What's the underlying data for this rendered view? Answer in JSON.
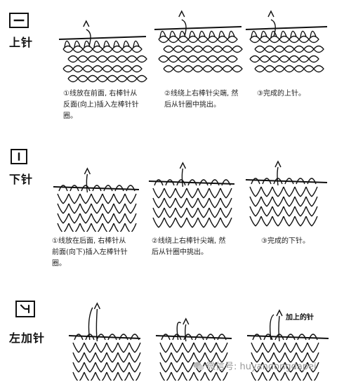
{
  "sections": [
    {
      "id": "knit",
      "label": "上针",
      "symbol": "horizontal-bar",
      "captions": [
        [
          "①线放在前面, 右棒针从",
          "反面(向上)插入左棒针针",
          "圈。"
        ],
        [
          "②线绕上右棒针尖端, 然",
          "后从针圈中挑出。"
        ],
        [
          "③完成的上针。"
        ]
      ]
    },
    {
      "id": "purl",
      "label": "下针",
      "symbol": "vertical-bar",
      "captions": [
        [
          "①线放在后面, 右棒针从",
          "前面(向下)插入左棒针针",
          "圈。"
        ],
        [
          "②线绕上右棒针尖端, 然",
          "后从针圈中挑出。"
        ],
        [
          "③完成的下针。"
        ]
      ]
    },
    {
      "id": "increase",
      "label": "左加针",
      "symbol": "left-increase",
      "captions": [],
      "annotation": "加上的针"
    }
  ],
  "watermark": "微信号: huyandongdapei",
  "icons": {
    "knit_symbol": "horizontal-bar-symbol-icon",
    "purl_symbol": "vertical-bar-symbol-icon",
    "increase_symbol": "left-increase-symbol-icon",
    "watermark": "wechat-icon"
  }
}
